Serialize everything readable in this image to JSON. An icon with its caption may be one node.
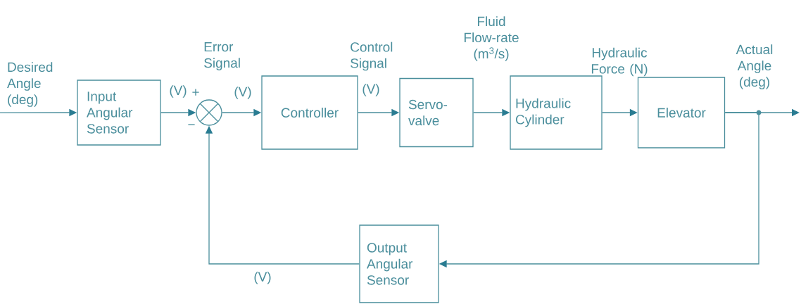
{
  "diagram": {
    "nodes": [
      {
        "text": [
          "Desired Angle (deg)"
        ]
      },
      {
        "text": [
          "Input Angular Sensor"
        ]
      },
      {
        "text": [],
        "shape": "circle"
      },
      {
        "text": [
          "Controller"
        ]
      },
      {
        "text": [
          "Servo-valve"
        ]
      },
      {
        "text": [
          "Hydraulic Cylinder"
        ]
      },
      {
        "text": [
          "Elevator"
        ]
      },
      {
        "text": [
          "Output Angular Sensor"
        ]
      }
    ],
    "edges": [
      {
        "from": 0,
        "to": 1,
        "arrow": "to"
      },
      {
        "from": 1,
        "to": 2,
        "arrow": "to",
        "label": "(V)"
      },
      {
        "from": 2,
        "to": 3,
        "arrow": "to",
        "label": "(V)"
      },
      {
        "from": 3,
        "to": 4,
        "arrow": "to",
        "label": "(V)"
      },
      {
        "from": 4,
        "to": 5,
        "arrow": "to"
      },
      {
        "from": 5,
        "to": 6,
        "arrow": "to"
      },
      {
        "from": 6,
        "to": null,
        "arrow": "to"
      },
      {
        "from": 6,
        "to": 7,
        "arrow": "to"
      },
      {
        "from": 7,
        "to": 2,
        "arrow": "to",
        "label": "(V)"
      }
    ],
    "labels": [
      "+",
      "Error Signal",
      "−",
      "Control Signal",
      "Fluid Flow-rate (m$^{3}$/s)",
      "Hydraulic Force (N)",
      "Actual Angle (deg)"
    ]
  }
}
